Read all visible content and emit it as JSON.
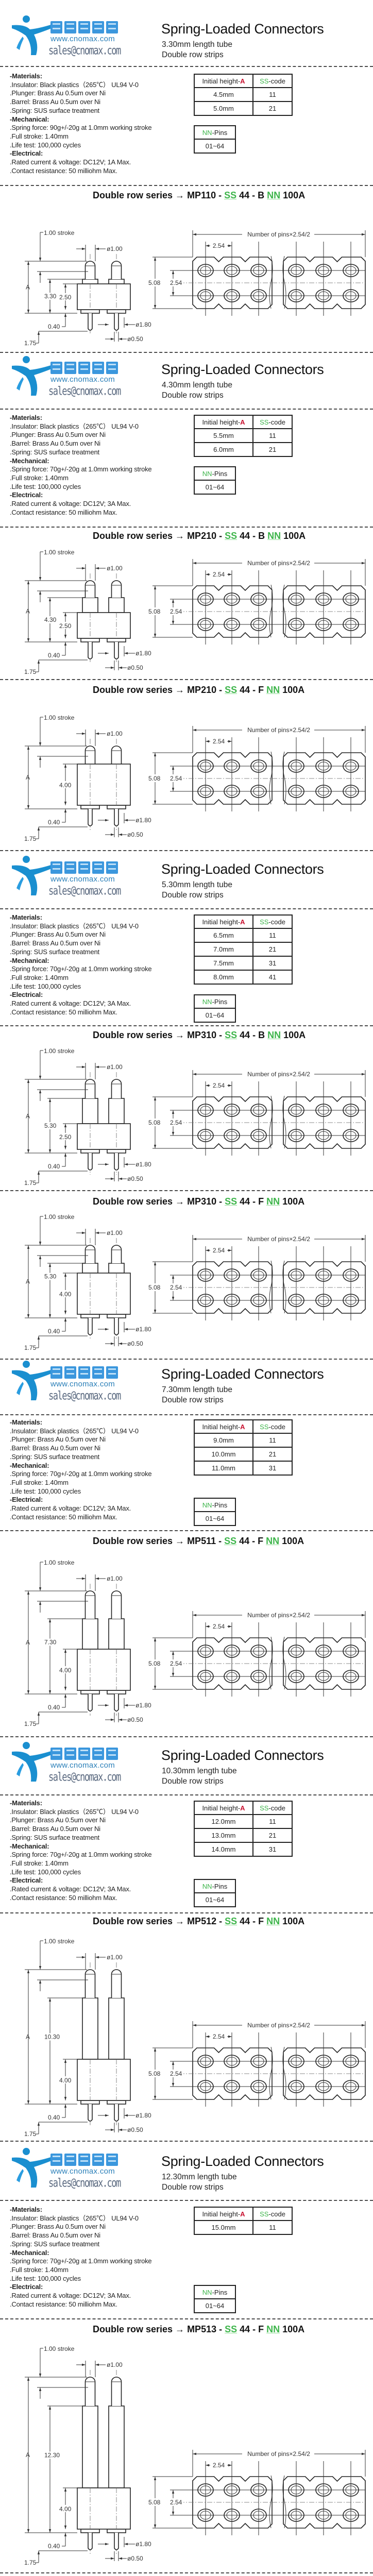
{
  "logo": {
    "cn": "西诺玛精密",
    "web": "www.cnomax.com",
    "email": "sales@cnomax.com"
  },
  "colors": {
    "accent_red": "#c8102e",
    "accent_green": "#3db54a",
    "logo_blue": "#1a8fd0"
  },
  "drawing_labels": {
    "stroke": "1.00 stroke",
    "plunger_dia": "ø1.00",
    "a": "A",
    "collar": "0.40",
    "tail": "1.75",
    "tube_dia": "ø1.80",
    "tail_dia": "ø0.50",
    "pins_width": "Number of pins×2.54/2",
    "pitch": "2.54",
    "row_pitch": "2.54",
    "strip_width": "5.08"
  },
  "sections": [
    {
      "title": "Spring-Loaded Connectors",
      "tube": "3.30mm length tube",
      "strips": "Double row strips",
      "specs": [
        {
          "head": true,
          "text": "-Materials:"
        },
        {
          "head": false,
          "text": ".Insulator: Black plastics（265℃） UL94 V-0"
        },
        {
          "head": false,
          "text": ".Plunger: Brass Au 0.5um over Ni"
        },
        {
          "head": false,
          "text": ".Barrel: Brass Au 0.5um over Ni"
        },
        {
          "head": false,
          "text": ".Spring: SUS surface treatment"
        },
        {
          "head": true,
          "text": "-Mechanical:"
        },
        {
          "head": false,
          "text": ".Spring force: 90g+/-20g at 1.0mm working stroke"
        },
        {
          "head": false,
          "text": ".Full stroke: 1.40mm"
        },
        {
          "head": false,
          "text": ".Life test: 100,000 cycles"
        },
        {
          "head": true,
          "text": "-Electrical:"
        },
        {
          "head": false,
          "text": ".Rated current & voltage: DC12V; 1A Max."
        },
        {
          "head": false,
          "text": ".Contact resistance: 50 milliohm Max."
        }
      ],
      "height_table": {
        "h1": "Initial height-",
        "h1_mark": "A",
        "h2_mark": "SS",
        "h2": "-code",
        "rows": [
          [
            "4.5mm",
            "11"
          ],
          [
            "5.0mm",
            "21"
          ]
        ]
      },
      "pins_table": {
        "h_mark": "NN",
        "h": "-Pins",
        "value": "01~64"
      },
      "drawings": [
        {
          "series": {
            "prefix": "Double row series → ",
            "model": "MP110 - ",
            "ss": "SS",
            "mid": " 44 - B ",
            "nn": "NN",
            "suffix": " 100A"
          },
          "variant": "B",
          "tube_length": "3.30",
          "body_height": "2.50"
        }
      ]
    },
    {
      "title": "Spring-Loaded Connectors",
      "tube": "4.30mm length tube",
      "strips": "Double row strips",
      "specs": [
        {
          "head": true,
          "text": "-Materials:"
        },
        {
          "head": false,
          "text": ".Insulator: Black plastics（265℃） UL94 V-0"
        },
        {
          "head": false,
          "text": ".Plunger: Brass Au 0.5um over Ni"
        },
        {
          "head": false,
          "text": ".Barrel: Brass Au 0.5um over Ni"
        },
        {
          "head": false,
          "text": ".Spring: SUS surface treatment"
        },
        {
          "head": true,
          "text": "-Mechanical:"
        },
        {
          "head": false,
          "text": ".Spring force: 70g+/-20g at 1.0mm working stroke"
        },
        {
          "head": false,
          "text": ".Full stroke: 1.40mm"
        },
        {
          "head": false,
          "text": ".Life test: 100,000 cycles"
        },
        {
          "head": true,
          "text": "-Electrical:"
        },
        {
          "head": false,
          "text": ".Rated current & voltage: DC12V; 3A Max."
        },
        {
          "head": false,
          "text": ".Contact resistance: 50 milliohm Max."
        }
      ],
      "height_table": {
        "h1": "Initial height-",
        "h1_mark": "A",
        "h2_mark": "SS",
        "h2": "-code",
        "rows": [
          [
            "5.5mm",
            "11"
          ],
          [
            "6.0mm",
            "21"
          ]
        ]
      },
      "pins_table": {
        "h_mark": "NN",
        "h": "-Pins",
        "value": "01~64"
      },
      "drawings": [
        {
          "series": {
            "prefix": "Double row series → ",
            "model": "MP210 - ",
            "ss": "SS",
            "mid": " 44 - B ",
            "nn": "NN",
            "suffix": " 100A"
          },
          "variant": "B",
          "tube_length": "4.30",
          "body_height": "2.50"
        },
        {
          "series": {
            "prefix": "Double row series → ",
            "model": "MP210 - ",
            "ss": "SS",
            "mid": " 44 - F ",
            "nn": "NN",
            "suffix": " 100A"
          },
          "variant": "F",
          "tube_length": null,
          "body_height": "4.00"
        }
      ]
    },
    {
      "title": "Spring-Loaded Connectors",
      "tube": "5.30mm length tube",
      "strips": "Double row strips",
      "specs": [
        {
          "head": true,
          "text": "-Materials:"
        },
        {
          "head": false,
          "text": ".Insulator: Black plastics（265℃） UL94 V-0"
        },
        {
          "head": false,
          "text": ".Plunger: Brass Au 0.5um over Ni"
        },
        {
          "head": false,
          "text": ".Barrel: Brass Au 0.5um over Ni"
        },
        {
          "head": false,
          "text": ".Spring: SUS surface treatment"
        },
        {
          "head": true,
          "text": "-Mechanical:"
        },
        {
          "head": false,
          "text": ".Spring force: 70g+/-20g at 1.0mm working stroke"
        },
        {
          "head": false,
          "text": ".Full stroke: 1.40mm"
        },
        {
          "head": false,
          "text": ".Life test: 100,000 cycles"
        },
        {
          "head": true,
          "text": "-Electrical:"
        },
        {
          "head": false,
          "text": ".Rated current & voltage: DC12V; 3A Max."
        },
        {
          "head": false,
          "text": ".Contact resistance: 50 milliohm Max."
        }
      ],
      "height_table": {
        "h1": "Initial height-",
        "h1_mark": "A",
        "h2_mark": "SS",
        "h2": "-code",
        "rows": [
          [
            "6.5mm",
            "11"
          ],
          [
            "7.0mm",
            "21"
          ],
          [
            "7.5mm",
            "31"
          ],
          [
            "8.0mm",
            "41"
          ]
        ]
      },
      "pins_table": {
        "h_mark": "NN",
        "h": "-Pins",
        "value": "01~64"
      },
      "drawings": [
        {
          "series": {
            "prefix": "Double row series → ",
            "model": "MP310 - ",
            "ss": "SS",
            "mid": " 44 - B ",
            "nn": "NN",
            "suffix": " 100A"
          },
          "variant": "B",
          "tube_length": "5.30",
          "body_height": "2.50"
        },
        {
          "series": {
            "prefix": "Double row series → ",
            "model": "MP310 - ",
            "ss": "SS",
            "mid": " 44 - F ",
            "nn": "NN",
            "suffix": " 100A"
          },
          "variant": "F",
          "tube_length": "5.30",
          "body_height": "4.00"
        }
      ]
    },
    {
      "title": "Spring-Loaded Connectors",
      "tube": "7.30mm length tube",
      "strips": "Double row strips",
      "specs": [
        {
          "head": true,
          "text": "-Materials:"
        },
        {
          "head": false,
          "text": ".Insulator: Black plastics（265℃） UL94 V-0"
        },
        {
          "head": false,
          "text": ".Plunger: Brass Au 0.5um over Ni"
        },
        {
          "head": false,
          "text": ".Barrel: Brass Au 0.5um over Ni"
        },
        {
          "head": false,
          "text": ".Spring: SUS surface treatment"
        },
        {
          "head": true,
          "text": "-Mechanical:"
        },
        {
          "head": false,
          "text": ".Spring force: 70g+/-20g at 1.0mm working stroke"
        },
        {
          "head": false,
          "text": ".Full stroke: 1.40mm"
        },
        {
          "head": false,
          "text": ".Life test: 100,000 cycles"
        },
        {
          "head": true,
          "text": "-Electrical:"
        },
        {
          "head": false,
          "text": ".Rated current & voltage: DC12V; 3A Max."
        },
        {
          "head": false,
          "text": ".Contact resistance: 50 milliohm Max."
        }
      ],
      "height_table": {
        "h1": "Initial height-",
        "h1_mark": "A",
        "h2_mark": "SS",
        "h2": "-code",
        "rows": [
          [
            "9.0mm",
            "11"
          ],
          [
            "10.0mm",
            "21"
          ],
          [
            "11.0mm",
            "31"
          ]
        ]
      },
      "pins_table": {
        "h_mark": "NN",
        "h": "-Pins",
        "value": "01~64"
      },
      "drawings": [
        {
          "series": {
            "prefix": "Double row series → ",
            "model": "MP511 - ",
            "ss": "SS",
            "mid": " 44 - F ",
            "nn": "NN",
            "suffix": " 100A"
          },
          "variant": "F",
          "tube_length": "7.30",
          "body_height": "4.00"
        }
      ]
    },
    {
      "title": "Spring-Loaded Connectors",
      "tube": "10.30mm length tube",
      "strips": "Double row strips",
      "specs": [
        {
          "head": true,
          "text": "-Materials:"
        },
        {
          "head": false,
          "text": ".Insulator: Black plastics（265℃） UL94 V-0"
        },
        {
          "head": false,
          "text": ".Plunger: Brass Au 0.5um over Ni"
        },
        {
          "head": false,
          "text": ".Barrel: Brass Au 0.5um over Ni"
        },
        {
          "head": false,
          "text": ".Spring: SUS surface treatment"
        },
        {
          "head": true,
          "text": "-Mechanical:"
        },
        {
          "head": false,
          "text": ".Spring force: 70g+/-20g at 1.0mm working stroke"
        },
        {
          "head": false,
          "text": ".Full stroke: 1.40mm"
        },
        {
          "head": false,
          "text": ".Life test: 100,000 cycles"
        },
        {
          "head": true,
          "text": "-Electrical:"
        },
        {
          "head": false,
          "text": ".Rated current & voltage: DC12V; 3A Max."
        },
        {
          "head": false,
          "text": ".Contact resistance: 50 milliohm Max."
        }
      ],
      "height_table": {
        "h1": "Initial height-",
        "h1_mark": "A",
        "h2_mark": "SS",
        "h2": "-code",
        "rows": [
          [
            "12.0mm",
            "11"
          ],
          [
            "13.0mm",
            "21"
          ],
          [
            "14.0mm",
            "31"
          ]
        ]
      },
      "pins_table": {
        "h_mark": "NN",
        "h": "-Pins",
        "value": "01~64"
      },
      "drawings": [
        {
          "series": {
            "prefix": "Double row series → ",
            "model": "MP512 - ",
            "ss": "SS",
            "mid": " 44 - F ",
            "nn": "NN",
            "suffix": " 100A"
          },
          "variant": "F",
          "tube_length": "10.30",
          "body_height": "4.00"
        }
      ]
    },
    {
      "title": "Spring-Loaded Connectors",
      "tube": "12.30mm length tube",
      "strips": "Double row strips",
      "specs": [
        {
          "head": true,
          "text": "-Materials:"
        },
        {
          "head": false,
          "text": ".Insulator: Black plastics（265℃） UL94 V-0"
        },
        {
          "head": false,
          "text": ".Plunger: Brass Au 0.5um over Ni"
        },
        {
          "head": false,
          "text": ".Barrel: Brass Au 0.5um over Ni"
        },
        {
          "head": false,
          "text": ".Spring: SUS surface treatment"
        },
        {
          "head": true,
          "text": "-Mechanical:"
        },
        {
          "head": false,
          "text": ".Spring force: 70g+/-20g at 1.0mm working stroke"
        },
        {
          "head": false,
          "text": ".Full stroke: 1.40mm"
        },
        {
          "head": false,
          "text": ".Life test: 100,000 cycles"
        },
        {
          "head": true,
          "text": "-Electrical:"
        },
        {
          "head": false,
          "text": ".Rated current & voltage: DC12V; 3A Max."
        },
        {
          "head": false,
          "text": ".Contact resistance: 50 milliohm Max."
        }
      ],
      "height_table": {
        "h1": "Initial height-",
        "h1_mark": "A",
        "h2_mark": "SS",
        "h2": "-code",
        "rows": [
          [
            "15.0mm",
            "11"
          ]
        ]
      },
      "pins_table": {
        "h_mark": "NN",
        "h": "-Pins",
        "value": "01~64"
      },
      "drawings": [
        {
          "series": {
            "prefix": "Double row series → ",
            "model": "MP513 - ",
            "ss": "SS",
            "mid": " 44 - F ",
            "nn": "NN",
            "suffix": " 100A"
          },
          "variant": "F",
          "tube_length": "12.30",
          "body_height": "4.00"
        }
      ]
    }
  ]
}
